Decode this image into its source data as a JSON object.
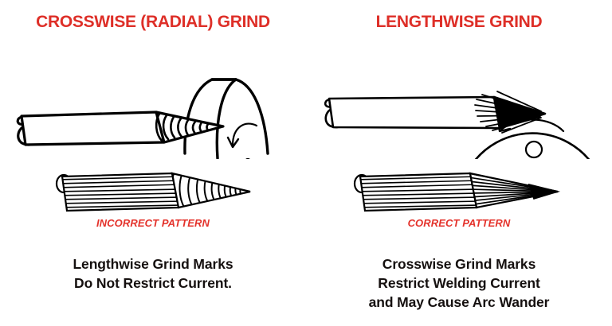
{
  "meta": {
    "diagram_title": "Tungsten Electrode Grinding Direction Comparison",
    "background_color": "#ffffff",
    "title_color": "#DE2F28",
    "caption_color": "#E4322B",
    "text_color": "#15100f",
    "line_color": "#000000"
  },
  "left": {
    "title": "CROSSWISE (RADIAL) GRIND",
    "top_figure": {
      "name": "electrode-against-rotating-wheel-crosswise",
      "electrode_label": "tungsten electrode",
      "wheel_label": "grinding wheel",
      "rotation": "counterclockwise",
      "tip_marking": "crosswise rings around taper"
    },
    "bottom_figure": {
      "name": "electrode-crosswise-grind-pattern",
      "shaft_marking": "lengthwise lines",
      "tip_marking": "crosswise rings"
    },
    "pattern_caption": "INCORRECT PATTERN",
    "note_lines": [
      "Lengthwise Grind Marks",
      "Do Not Restrict Current."
    ]
  },
  "right": {
    "title": "LENGTHWISE GRIND",
    "top_figure": {
      "name": "electrode-against-rotating-wheel-lengthwise",
      "electrode_label": "tungsten electrode",
      "wheel_label": "grinding wheel",
      "rotation": "counterclockwise",
      "tip_marking": "lengthwise streaks toward point"
    },
    "bottom_figure": {
      "name": "electrode-lengthwise-grind-pattern",
      "shaft_marking": "lengthwise lines",
      "tip_marking": "lengthwise converging lines"
    },
    "pattern_caption": "CORRECT PATTERN",
    "note_lines": [
      "Crosswise Grind Marks",
      "Restrict Welding Current",
      "and May Cause Arc Wander"
    ]
  }
}
